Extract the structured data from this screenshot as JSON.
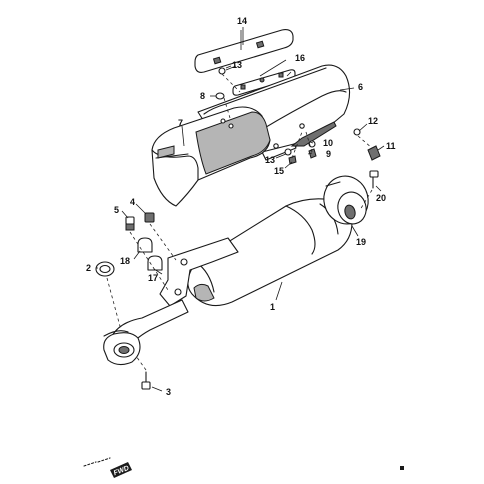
{
  "callouts": {
    "c1": "1",
    "c2": "2",
    "c3": "3",
    "c4": "4",
    "c5": "5",
    "c6": "6",
    "c7": "7",
    "c8": "8",
    "c9": "9",
    "c10": "10",
    "c11": "11",
    "c12": "12",
    "c13a": "13",
    "c13b": "13",
    "c14": "14",
    "c15": "15",
    "c16": "16",
    "c17": "17",
    "c18": "18",
    "c19": "19",
    "c20": "20"
  },
  "forward_badge": "FWD"
}
